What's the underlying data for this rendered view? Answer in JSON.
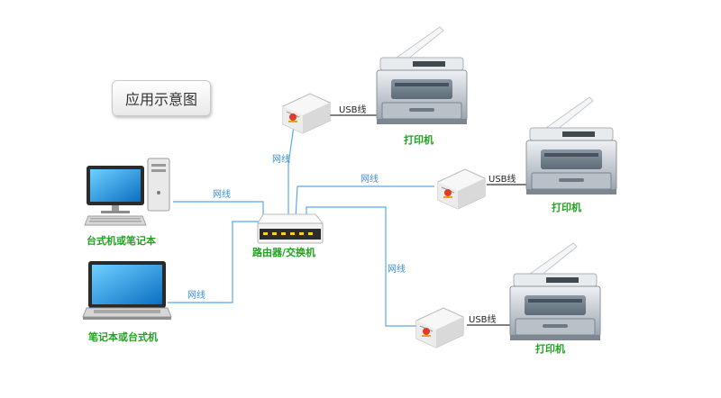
{
  "title": "应用示意图",
  "devices": {
    "printer_top": "打印机",
    "printer_mid": "打印机",
    "printer_bottom": "打印机",
    "desktop": "台式机或笔记本",
    "laptop": "笔记本或台式机",
    "router": "路由器/交换机"
  },
  "links": {
    "net_top": "网线",
    "net_mid": "网线",
    "net_bottom": "网线",
    "net_desktop": "网线",
    "net_laptop": "网线",
    "usb_top": "USB线",
    "usb_mid": "USB线",
    "usb_bottom": "USB线"
  },
  "colors": {
    "label_green": "#1fa31f",
    "cable_blue": "#5aa9e6",
    "cable_usb": "#333333"
  }
}
